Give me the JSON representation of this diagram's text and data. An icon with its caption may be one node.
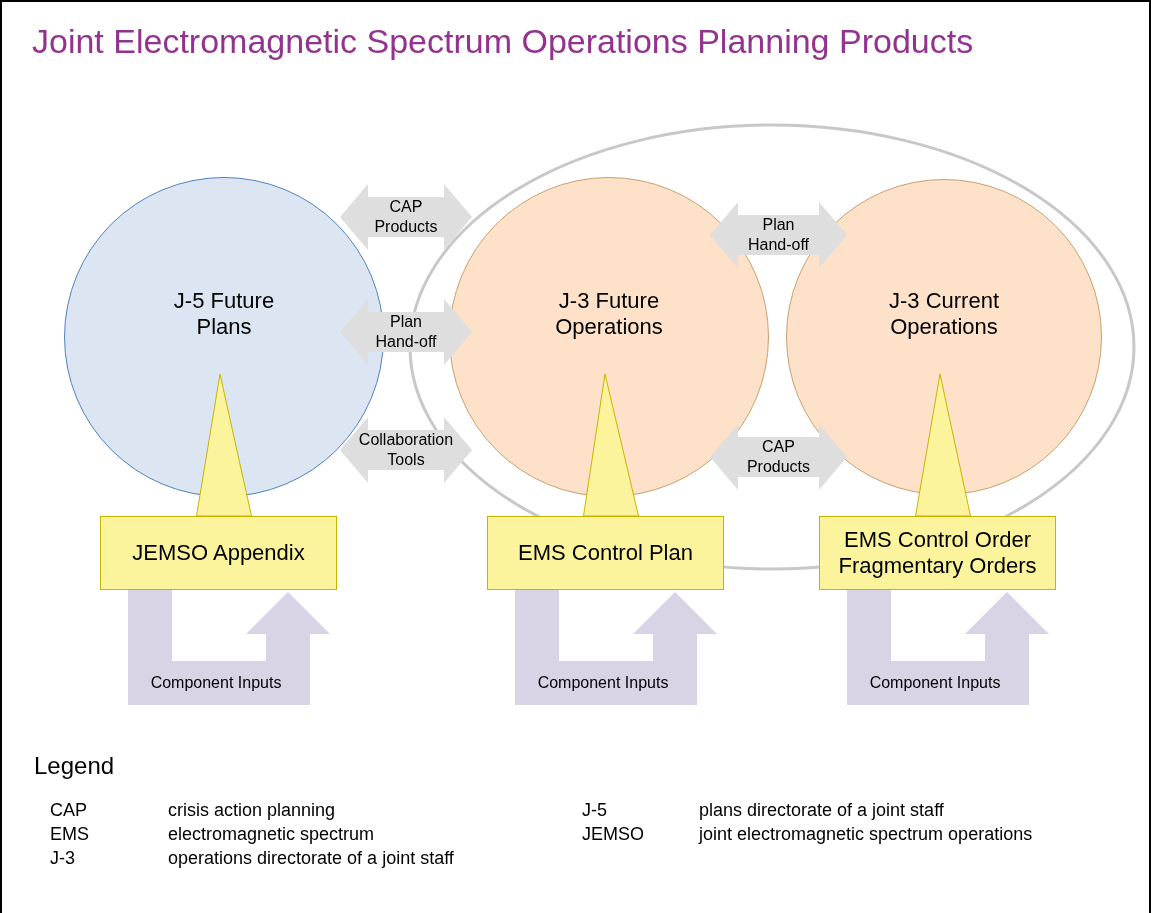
{
  "diagram": {
    "title": "Joint Electromagnetic Spectrum Operations Planning Products",
    "nodes": [
      {
        "text": [
          "J-5 Future Plans"
        ]
      },
      {
        "text": [
          "J-3 Future Operations"
        ]
      },
      {
        "text": [
          "J-3 Current Operations"
        ]
      },
      {
        "text": [
          "JEMSO Appendix"
        ]
      },
      {
        "text": [
          "EMS Control Plan"
        ]
      },
      {
        "text": [
          "EMS Control Order",
          "Fragmentary Orders"
        ]
      }
    ],
    "edges": [
      {
        "from": 0,
        "to": 1,
        "arrow": "both",
        "label": "CAP Products",
        "color": "#dedede"
      },
      {
        "from": 0,
        "to": 1,
        "arrow": "both",
        "label": "Plan Hand-off",
        "color": "#dedede"
      },
      {
        "from": 0,
        "to": 1,
        "arrow": "both",
        "label": "Collaboration Tools",
        "color": "#dedede"
      },
      {
        "from": 1,
        "to": 2,
        "arrow": "both",
        "label": "Plan Hand-off",
        "color": "#dedede"
      },
      {
        "from": 1,
        "to": 2,
        "arrow": "both",
        "label": "CAP Products",
        "color": "#dedede"
      },
      {
        "from": 3,
        "to": 0,
        "arrow": "none",
        "color": "#fbf49c"
      },
      {
        "from": 4,
        "to": 1,
        "arrow": "none",
        "color": "#fbf49c"
      },
      {
        "from": 5,
        "to": 2,
        "arrow": "none",
        "color": "#fbf49c"
      },
      {
        "from": 3,
        "to": 3,
        "arrow": "to",
        "label": "Component Inputs",
        "color": "#d9d3e6"
      },
      {
        "from": 4,
        "to": 4,
        "arrow": "to",
        "label": "Component Inputs",
        "color": "#d9d3e6"
      },
      {
        "from": 5,
        "to": 5,
        "arrow": "to",
        "label": "Component Inputs",
        "color": "#d9d3e6"
      }
    ],
    "labels": [
      "Legend",
      "CAP",
      "crisis action planning",
      "J-5",
      "plans directorate of a joint staff",
      "EMS",
      "electromagnetic spectrum",
      "JEMSO",
      "joint electromagnetic spectrum operations",
      "J-3",
      "operations directorate of a joint staff"
    ]
  }
}
